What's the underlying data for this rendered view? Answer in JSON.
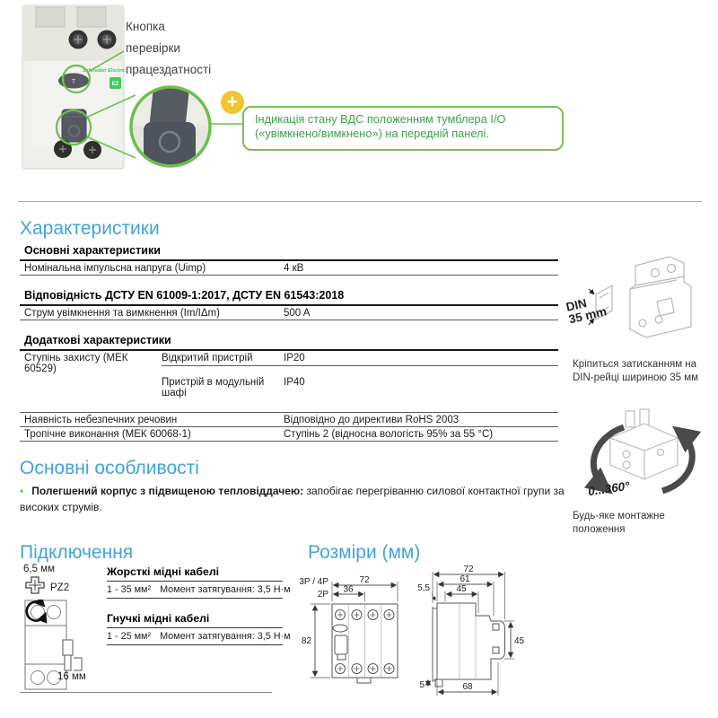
{
  "product": {
    "brand": "Schneider Electric",
    "badge": "EZ",
    "test_button": "T"
  },
  "header": {
    "test_button_callout": [
      "Кнопка",
      "перевірки",
      "працездатності"
    ],
    "plus_icon": "+",
    "io_note_line1": "Індикація стану ВДС положенням тумблера I/O",
    "io_note_line2": "(«увімкнено/вимкнено») на передній панелі."
  },
  "characteristics": {
    "title": "Характеристики",
    "groups": [
      {
        "header": "Основні характеристики",
        "rows": [
          {
            "label": "Номінальна імпульсна напруга (Uimp)",
            "value": "4 кВ"
          }
        ]
      },
      {
        "header": "Відповідність ДСТУ EN 61009-1:2017, ДСТУ EN 61543:2018",
        "rows": [
          {
            "label": "Струм увімкнення та вимкнення  (Im/IΔm)",
            "value": "500 A"
          }
        ]
      },
      {
        "header": "Додаткові характеристики",
        "rows": [
          {
            "label": "Ступінь захисту (МЕК 60529)",
            "condition": "Відкритий пристрій",
            "value": "IP20"
          },
          {
            "label": "",
            "condition": "Пристрій в модульній шафі",
            "value": "IP40"
          }
        ]
      },
      {
        "header": "",
        "rows": [
          {
            "label": "Наявність небезпечних речовин",
            "value": "Відповідно до директиви RoHS 2003"
          },
          {
            "label": "Тропічне виконання (МЕК 60068-1)",
            "value": "Ступінь 2 (відносна вологість 95% за 55 °C)"
          }
        ]
      }
    ]
  },
  "mounting": {
    "din_label_1": "DIN",
    "din_label_2": "35 mm",
    "din_caption": "Кріпиться затисканням на DIN-рейці шириною 35 мм",
    "rotation_label": "0...360°",
    "rotation_caption": "Будь-яке монтажне положення"
  },
  "features": {
    "title": "Основні особливості",
    "items": [
      {
        "bold": "Полегшений корпус з підвищеною тепловіддачею:",
        "text": " запобігає перегріванню силової контактної групи за високих струмів."
      }
    ]
  },
  "connection": {
    "title": "Підключення",
    "strip_length": "6,5 мм",
    "screwdriver": "PZ2",
    "wire_length": "16 мм",
    "cables": [
      {
        "header": "Жорсткі мідні кабелі",
        "range": "1 - 35 мм²",
        "torque": "Момент затягування: 3,5 Н·м"
      },
      {
        "header": "Гнучкі мідні кабелі",
        "range": "1 - 25 мм²",
        "torque": "Момент затягування: 3,5 Н·м"
      }
    ]
  },
  "dimensions": {
    "title": "Розміри (мм)",
    "front": {
      "poles_a": "3P / 4P",
      "poles_b": "2P",
      "width": "72",
      "width_2p": "36",
      "height": "82"
    },
    "side": {
      "total_depth": "72",
      "body_depth": "61",
      "face_depth": "45",
      "rail": "5,5",
      "terminal_height": "45",
      "clip": "5",
      "base": "68"
    }
  }
}
